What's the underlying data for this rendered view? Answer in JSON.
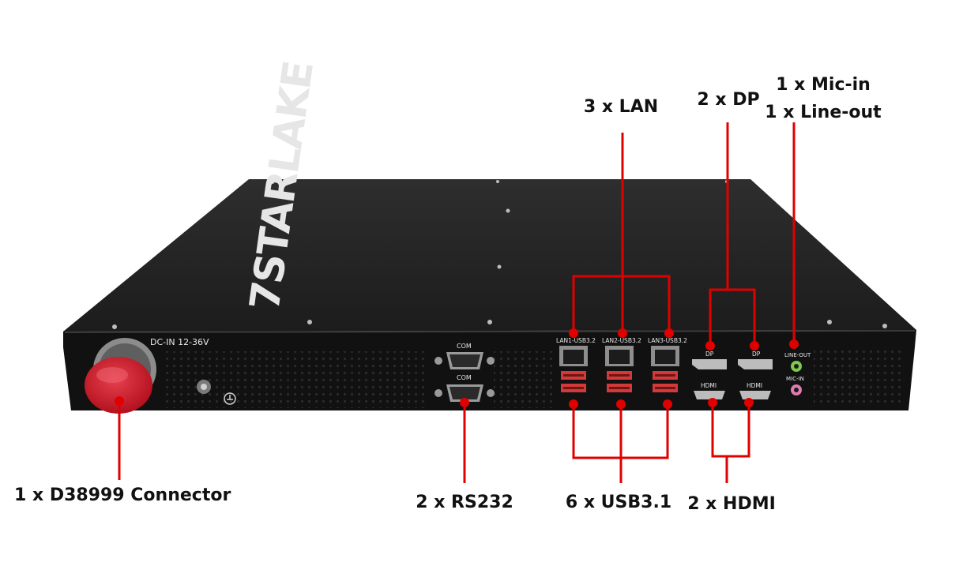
{
  "product": {
    "brand": "7STARLAKE",
    "panel_labels": {
      "dc_in": "DC-IN  12-36V",
      "com_top": "COM",
      "com_bottom": "COM",
      "lan1": "LAN1-USB3.2",
      "lan2": "LAN2-USB3.2",
      "lan3": "LAN3-USB3.2",
      "dp_left": "DP",
      "dp_right": "DP",
      "hdmi_left": "HDMI",
      "hdmi_right": "HDMI",
      "line_out": "LINE-OUT",
      "mic_in": "MIC-IN"
    }
  },
  "callouts": {
    "lan": "3 x LAN",
    "dp": "2 x DP",
    "mic_in": "1 x Mic-in",
    "line_out": "1 x Line-out",
    "d38999": "1 x D38999 Connector",
    "rs232": "2 x RS232",
    "usb": "6 x USB3.1",
    "hdmi": "2 x HDMI"
  },
  "colors": {
    "callout_line": "#e00000",
    "chassis_top": "#262626",
    "chassis_front": "#111111",
    "connector_cap": "#d81c2e"
  }
}
